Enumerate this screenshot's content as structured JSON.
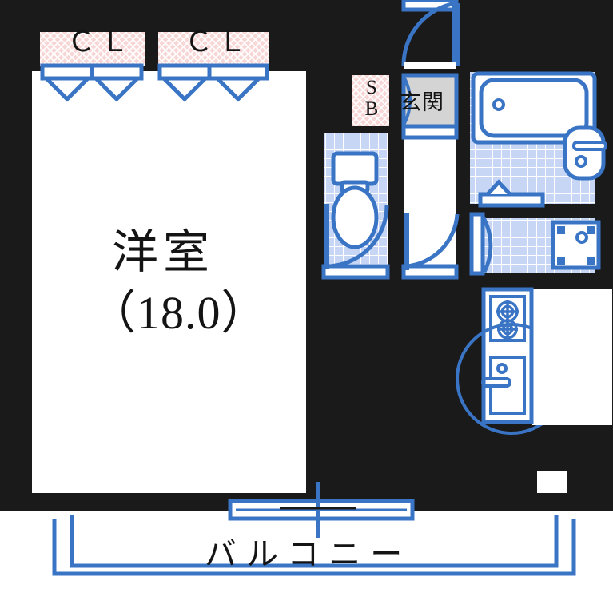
{
  "plan": {
    "type": "apartment-floor-plan",
    "title": "",
    "colors": {
      "wall": "#1a1a1a",
      "fixture_blue": "#3a74c4",
      "closet_pink": "#f6d2d2",
      "entrance_gray": "#d4d4d4",
      "tile_blue": "#c8d8f5",
      "text": "#141414",
      "background": "#ffffff"
    },
    "rooms": [
      {
        "id": "main-room",
        "label": "洋室",
        "area": "（18.0）",
        "unit": "jo"
      },
      {
        "id": "closet-1",
        "label": "ＣＬ"
      },
      {
        "id": "closet-2",
        "label": "ＣＬ"
      },
      {
        "id": "shoe-box",
        "label": "SB"
      },
      {
        "id": "entrance",
        "label": "玄関"
      },
      {
        "id": "balcony",
        "label": "バルコニー"
      }
    ],
    "labels": {
      "room_name": "洋室",
      "room_area": "（18.0）",
      "closet_1": "ＣＬ",
      "closet_2": "ＣＬ",
      "shoe_box": "SB",
      "entrance": "玄関",
      "balcony": "バルコニー"
    },
    "fixtures": [
      {
        "name": "bathtub",
        "room": "bathroom"
      },
      {
        "name": "wash-basin",
        "room": "bathroom"
      },
      {
        "name": "toilet",
        "room": "toilet"
      },
      {
        "name": "washing-machine-pan",
        "room": "washroom"
      },
      {
        "name": "gas-stove-2-burner",
        "room": "kitchen"
      },
      {
        "name": "kitchen-sink",
        "room": "kitchen"
      },
      {
        "name": "balcony-sliding-door",
        "room": "balcony"
      },
      {
        "name": "entrance-door",
        "room": "entrance"
      }
    ]
  }
}
